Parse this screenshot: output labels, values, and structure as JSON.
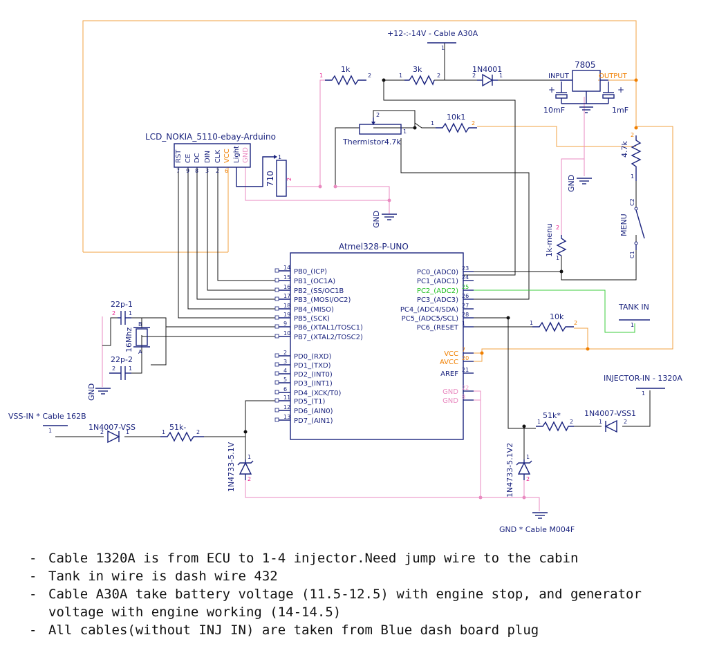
{
  "supply": {
    "label": "+12-:-14V - Cable A30A",
    "pin": "1"
  },
  "regulator": {
    "name": "7805",
    "input": "INPUT",
    "output": "OUTPUT",
    "plus_left": "+",
    "plus_right": "+",
    "cap_left": "10mF",
    "cap_right": "1mF"
  },
  "resistors": {
    "r1k": {
      "value": "1k",
      "p1": "1",
      "p2": "2"
    },
    "r3k": {
      "value": "3k",
      "p1": "1",
      "p2": "2"
    },
    "r10k1": {
      "value": "10k1",
      "p1": "1",
      "p2": "2"
    },
    "r47k": {
      "value": "4.7k",
      "p1": "1",
      "p2": "2"
    },
    "r1kmenu": {
      "value": "1k-menu",
      "p1": "1",
      "p2": "2"
    },
    "r10k": {
      "value": "10k",
      "p1": "1",
      "p2": "2"
    },
    "r51k_vss": {
      "value": "51k-",
      "p1": "1",
      "p2": "2"
    },
    "r51k_inj": {
      "value": "51k*",
      "p1": "1",
      "p2": "2"
    }
  },
  "diodes": {
    "d1n4001": {
      "name": "1N4001",
      "p1": "1",
      "p2": "2"
    },
    "d_vss": {
      "name": "1N4007-VSS",
      "p1": "1",
      "p2": "2"
    },
    "d_vss1": {
      "name": "1N4007-VSS1",
      "p1": "1",
      "p2": "2"
    },
    "z1": {
      "name": "1N4733-5.1V",
      "p1": "1",
      "p2": "2"
    },
    "z2": {
      "name": "1N4733-5.1V2",
      "p1": "1",
      "p2": "2"
    }
  },
  "thermistor": {
    "name": "Thermistor4.7k",
    "p1": "1",
    "p2": "2"
  },
  "pot": {
    "name": "710",
    "p1": "1",
    "p2": "2"
  },
  "lcd": {
    "title": "LCD_NOKIA_5110-ebay-Arduino",
    "pins": [
      {
        "name": "RST",
        "num": "7"
      },
      {
        "name": "CE",
        "num": "9"
      },
      {
        "name": "DC",
        "num": "8"
      },
      {
        "name": "DIN",
        "num": "3"
      },
      {
        "name": "CLK",
        "num": "2"
      },
      {
        "name": "VCC",
        "num": "6"
      },
      {
        "name": "Light",
        "num": ""
      },
      {
        "name": "GND",
        "num": ""
      }
    ]
  },
  "mcu": {
    "title": "Atmel328-P-UNO",
    "left_pins": [
      {
        "num": "14",
        "name": "PB0_(ICP)"
      },
      {
        "num": "15",
        "name": "PB1_(OC1A)"
      },
      {
        "num": "16",
        "name": "PB2_(SS/OC1B"
      },
      {
        "num": "17",
        "name": "PB3_(MOSI/OC2)"
      },
      {
        "num": "18",
        "name": "PB4_(MISO)"
      },
      {
        "num": "19",
        "name": "PB5_(SCK)"
      },
      {
        "num": "9",
        "name": "PB6_(XTAL1/TOSC1)"
      },
      {
        "num": "10",
        "name": "PB7_(XTAL2/TOSC2)"
      },
      {
        "num": "2",
        "name": "PD0_(RXD)"
      },
      {
        "num": "3",
        "name": "PD1_(TXD)"
      },
      {
        "num": "4",
        "name": "PD2_(INT0)"
      },
      {
        "num": "5",
        "name": "PD3_(INT1)"
      },
      {
        "num": "6",
        "name": "PD4_(XCK/T0)"
      },
      {
        "num": "11",
        "name": "PD5_(T1)"
      },
      {
        "num": "12",
        "name": "PD6_(AIN0)"
      },
      {
        "num": "13",
        "name": "PD7_(AIN1)"
      }
    ],
    "right_pins": [
      {
        "num": "23",
        "name": "PC0_(ADC0)"
      },
      {
        "num": "24",
        "name": "PC1_(ADC1)"
      },
      {
        "num": "25",
        "name": "PC2_(ADC2)"
      },
      {
        "num": "26",
        "name": "PC3_(ADC3)"
      },
      {
        "num": "27",
        "name": "PC4_(ADC4/SDA)"
      },
      {
        "num": "28",
        "name": "PC5_(ADC5/SCL)"
      },
      {
        "num": "1",
        "name": "PC6_(RESET"
      },
      {
        "num": "7",
        "name": "VCC"
      },
      {
        "num": "20",
        "name": "AVCC"
      },
      {
        "num": "21",
        "name": "AREF"
      },
      {
        "num": "22",
        "name": "GND"
      },
      {
        "num": "8",
        "name": "GND"
      }
    ]
  },
  "crystal": {
    "name": "16Mhz",
    "pa": "A",
    "pb": "B"
  },
  "caps": {
    "c1": {
      "name": "22p-1",
      "p1": "1",
      "p2": "2"
    },
    "c2": {
      "name": "22p-2",
      "p1": "1",
      "p2": "2"
    }
  },
  "switch": {
    "name": "MENU",
    "c1": "C1",
    "c2": "C2"
  },
  "connectors": {
    "tank": {
      "label": "TANK IN",
      "pin": "1"
    },
    "injector": {
      "label": "INJECTOR-IN - 1320A",
      "pin": "1"
    },
    "vss": {
      "label": "VSS-IN * Cable 162B",
      "pin": "1"
    },
    "gnd_main": {
      "label": "GND * Cable M004F"
    }
  },
  "gnd_labels": {
    "lcd": "GND",
    "crystal": "GND",
    "regulator": "GND"
  },
  "notes": [
    "Cable 1320A is from ECU to 1-4 injector.Need jump wire to the cabin",
    "Tank in wire is dash wire 432",
    "Cable A30A take battery voltage (11.5-12.5) with engine stop, and generator voltage with engine working (14-14.5)",
    "All cables(without INJ IN) are taken from Blue dash board plug"
  ]
}
